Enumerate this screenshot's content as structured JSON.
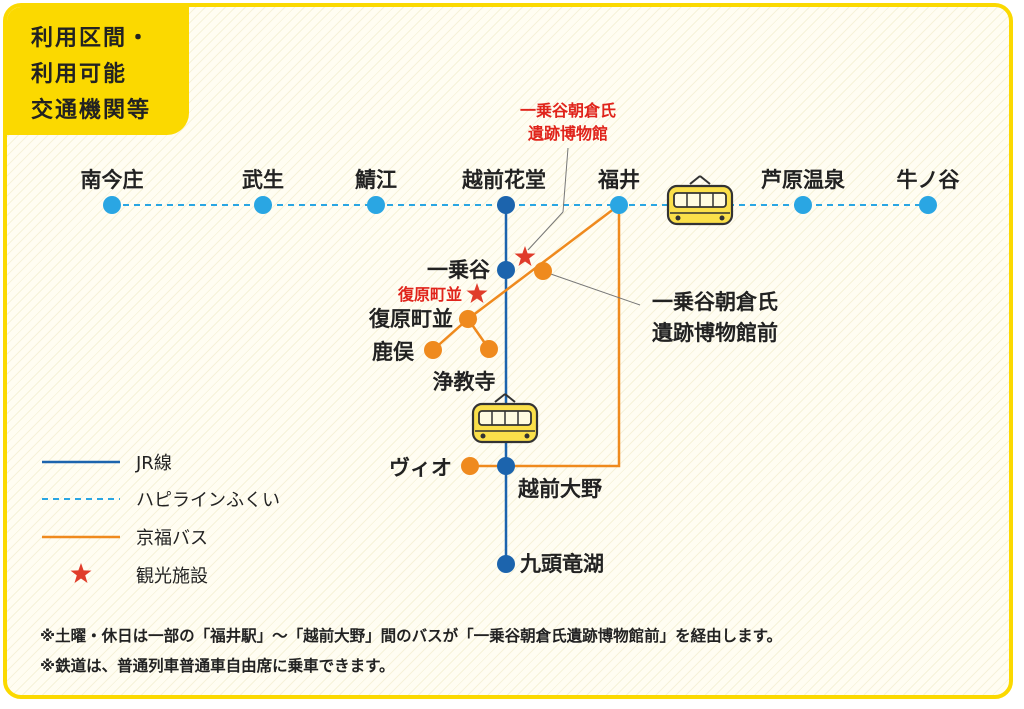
{
  "badge": {
    "line1": "利用区間・",
    "line2": "利用可能",
    "line3": "交通機関等"
  },
  "colors": {
    "jr": "#1c64ad",
    "happi": "#2aa6e3",
    "bus": "#ef8a1e",
    "star": "#e03c2a",
    "frame": "#fbd900"
  },
  "stations": {
    "minamiimajo": "南今庄",
    "takefu": "武生",
    "sabae": "鯖江",
    "echizen_hanando": "越前花堂",
    "fukui": "福井",
    "awara_onsen": "芦原温泉",
    "ushinoya": "牛ノ谷",
    "ichijodani": "一乗谷",
    "fukugen_machinami": "復原町並",
    "kanamata": "鹿俣",
    "jokyoji": "浄教寺",
    "vio": "ヴィオ",
    "echizen_ono": "越前大野",
    "kuzuryuko": "九頭竜湖",
    "asakura_museum_mae_line1": "一乗谷朝倉氏",
    "asakura_museum_mae_line2": "遺跡博物館前"
  },
  "sights": {
    "asakura_museum_line1": "一乗谷朝倉氏",
    "asakura_museum_line2": "遺跡博物館",
    "fukugen_machinami": "復原町並"
  },
  "legend": {
    "jr": "JR線",
    "happi": "ハピラインふくい",
    "bus": "京福バス",
    "sight": "観光施設"
  },
  "notes": {
    "note1": "※土曜・休日は一部の「福井駅」〜「越前大野」間のバスが「一乗谷朝倉氏遺跡博物館前」を経由します。",
    "note2": "※鉄道は、普通列車普通車自由席に乗車できます。"
  },
  "icons": {
    "train": "train-icon",
    "star": "star-icon"
  }
}
